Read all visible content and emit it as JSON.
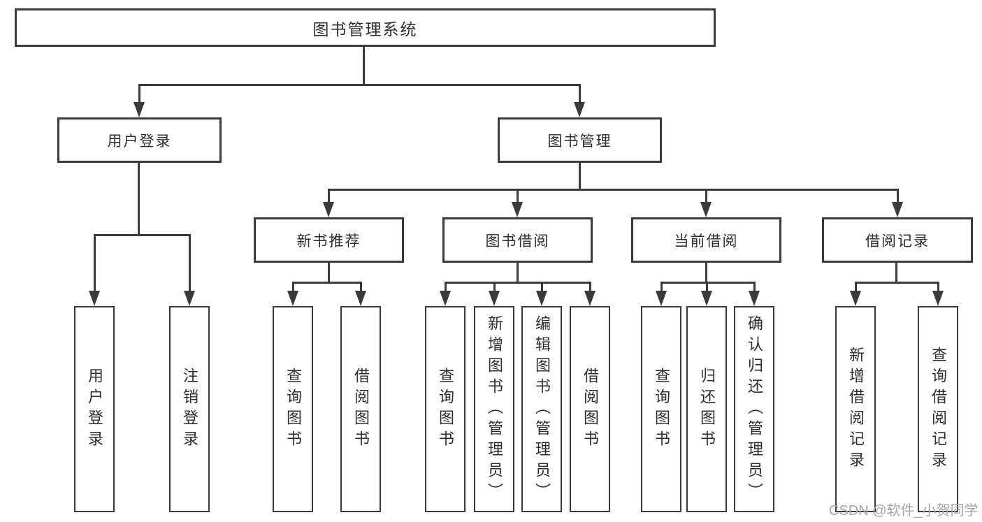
{
  "tree": {
    "root": {
      "label": "图书管理系统"
    },
    "branches": [
      {
        "label": "用户登录",
        "leaves": [
          {
            "label": "用户登录"
          },
          {
            "label": "注销登录"
          }
        ]
      },
      {
        "label": "图书管理",
        "groups": [
          {
            "label": "新书推荐",
            "leaves": [
              {
                "label": "查询图书"
              },
              {
                "label": "借阅图书"
              }
            ]
          },
          {
            "label": "图书借阅",
            "leaves": [
              {
                "label": "查询图书"
              },
              {
                "label": "新增图书（管理员）"
              },
              {
                "label": "编辑图书（管理员）"
              },
              {
                "label": "借阅图书"
              }
            ]
          },
          {
            "label": "当前借阅",
            "leaves": [
              {
                "label": "查询图书"
              },
              {
                "label": "归还图书"
              },
              {
                "label": "确认归还（管理员）"
              }
            ]
          },
          {
            "label": "借阅记录",
            "leaves": [
              {
                "label": "新增借阅记录"
              },
              {
                "label": "查询借阅记录"
              }
            ]
          }
        ]
      }
    ]
  },
  "watermark": {
    "text": "CSDN @软件_小贺同学"
  },
  "colors": {
    "line": "#3a3a3a",
    "text": "#2e2e2e",
    "watermark": "#a6a6a6",
    "background": "#ffffff"
  }
}
